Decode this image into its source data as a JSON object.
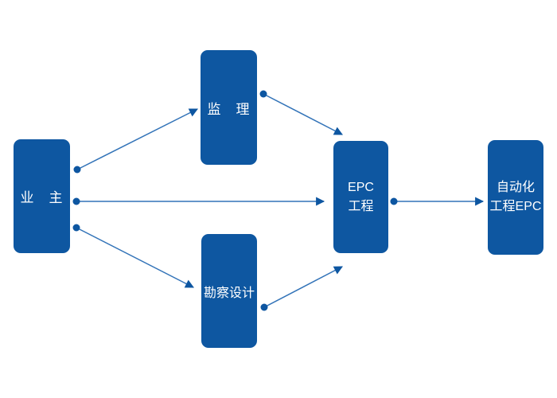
{
  "diagram": {
    "nodes": [
      {
        "id": "owner",
        "label": "业　主"
      },
      {
        "id": "supervision",
        "label": "监　理"
      },
      {
        "id": "survey-design",
        "label": "勘察设计"
      },
      {
        "id": "epc",
        "label_line1": "EPC",
        "label_line2": "工程"
      },
      {
        "id": "automation-epc",
        "label_line1": "自动化",
        "label_line2": "工程EPC"
      }
    ],
    "edges": [
      {
        "from": "owner",
        "to": "supervision"
      },
      {
        "from": "owner",
        "to": "epc"
      },
      {
        "from": "owner",
        "to": "survey-design"
      },
      {
        "from": "supervision",
        "to": "epc"
      },
      {
        "from": "survey-design",
        "to": "epc"
      },
      {
        "from": "epc",
        "to": "automation-epc"
      }
    ],
    "colors": {
      "node_fill": "#0e57a1",
      "node_text": "#ffffff",
      "edge_line": "#3273b8",
      "edge_marker": "#0d56a1",
      "background": "#ffffff"
    }
  }
}
